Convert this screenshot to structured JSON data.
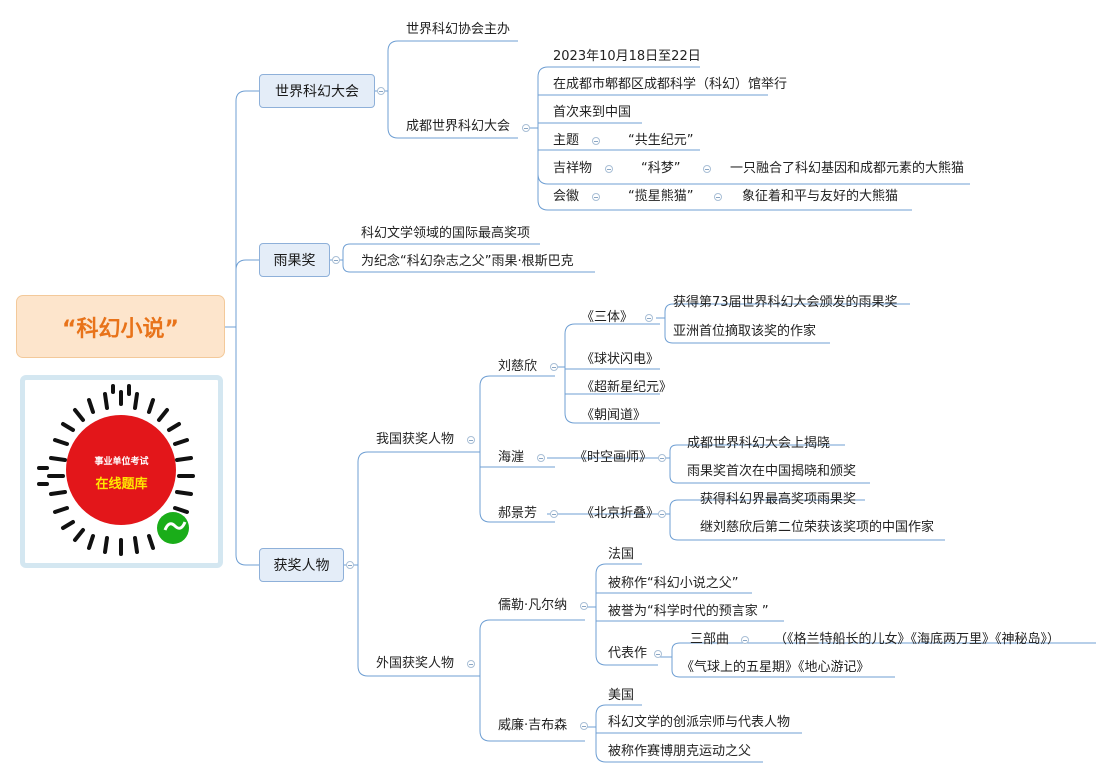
{
  "root": {
    "label": "“科幻小说”"
  },
  "badge": {
    "line1": "事业单位考试",
    "line2": "在线题库"
  },
  "branches": {
    "worldcon": {
      "label": "世界科幻大会",
      "host": "世界科幻协会主办",
      "chengdu": {
        "label": "成都世界科幻大会",
        "date": "2023年10月18日至22日",
        "venue": "在成都市郫都区成都科学（科幻）馆举行",
        "first": "首次来到中国",
        "theme_label": "主题",
        "theme_value": "“共生纪元”",
        "mascot_label": "吉祥物",
        "mascot_name": "“科梦”",
        "mascot_desc": "一只融合了科幻基因和成都元素的大熊猫",
        "emblem_label": "会徽",
        "emblem_name": "“揽星熊猫”",
        "emblem_desc": "象征着和平与友好的大熊猫"
      }
    },
    "hugo": {
      "label": "雨果奖",
      "desc1": "科幻文学领域的国际最高奖项",
      "desc2": "为纪念“科幻杂志之父”雨果·根斯巴克"
    },
    "winners": {
      "label": "获奖人物",
      "domestic": {
        "label": "我国获奖人物",
        "liu": {
          "name": "刘慈欣",
          "santi": "《三体》",
          "santi_1": "获得第73届世界科幻大会颁发的雨果奖",
          "santi_2": "亚洲首位摘取该奖的作家",
          "w2": "《球状闪电》",
          "w3": "《超新星纪元》",
          "w4": "《朝闻道》"
        },
        "haiya": {
          "name": "海漄",
          "work": "《时空画师》",
          "n1": "成都世界科幻大会上揭晓",
          "n2": "雨果奖首次在中国揭晓和颁奖"
        },
        "hao": {
          "name": "郝景芳",
          "work": "《北京折叠》",
          "n1": "获得科幻界最高奖项雨果奖",
          "n2": "继刘慈欣后第二位荣获该奖项的中国作家"
        }
      },
      "foreign": {
        "label": "外国获奖人物",
        "verne": {
          "name": "儒勒·凡尔纳",
          "n1": "法国",
          "n2": "被称作“科幻小说之父”",
          "n3": "被誉为“科学时代的预言家 ”",
          "rep_label": "代表作",
          "trilogy_label": "三部曲",
          "trilogy_works": "（《格兰特船长的儿女》《海底两万里》《神秘岛》）",
          "other_works": "《气球上的五星期》《地心游记》"
        },
        "gibson": {
          "name": "威廉·吉布森",
          "n1": "美国",
          "n2": "科幻文学的创派宗师与代表人物",
          "n3": "被称作赛博朋克运动之父"
        }
      }
    }
  },
  "colors": {
    "line": "#6f9fd3",
    "box_fill": "#e4edf8",
    "root_fill": "#fde5cc",
    "root_text": "#e8731a",
    "badge_red": "#e3161a"
  }
}
